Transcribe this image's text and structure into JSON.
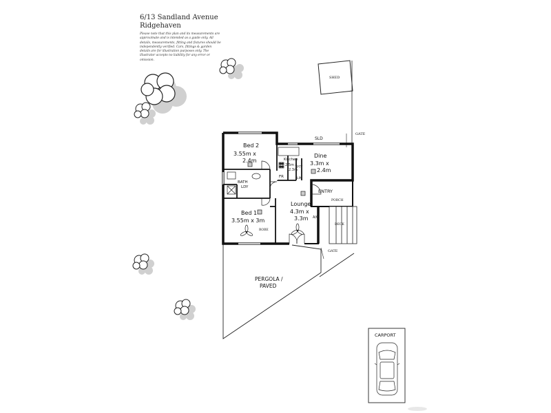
{
  "header": {
    "address_line1": "6/13 Sandland Avenue",
    "address_line2": "Ridgehaven",
    "disclaimer": "Please note that this plan and its measurements are approximate and is intended as a guide only. All details, measurements, fitting and fixtures should be independently verified. Cars, fittings & garden details are for illustration purposes only. The illustrator accepts no liability for any error or omission."
  },
  "rooms": {
    "bed2": {
      "name": "Bed 2",
      "dims1": "3.55m x",
      "dims2": "2.4m"
    },
    "kitchen": {
      "name": "Kitchen",
      "dims1": "2.5m x",
      "dims2": "2.3m"
    },
    "dine": {
      "name": "Dine",
      "dims1": "3.3m x",
      "dims2": "2.4m"
    },
    "lounge": {
      "name": "Lounge",
      "dims1": "4.3m x",
      "dims2": "3.3m"
    },
    "bed1": {
      "name": "Bed 1",
      "dims1": "3.55m x  3m"
    }
  },
  "labels": {
    "shed": "SHED",
    "gate_top": "GATE",
    "gate_bottom": "GATE",
    "sld": "SLD",
    "bath": "BATH",
    "ldy": "LDY",
    "fr": "FR",
    "pty": "PTY",
    "lin": "LIN",
    "entry": "ENTRY",
    "porch": "PORCH",
    "ac": "A/C",
    "deck": "DECK",
    "robe": "ROBE",
    "pergola1": "PERGOLA /",
    "pergola2": "PAVED",
    "carport": "CARPORT"
  }
}
